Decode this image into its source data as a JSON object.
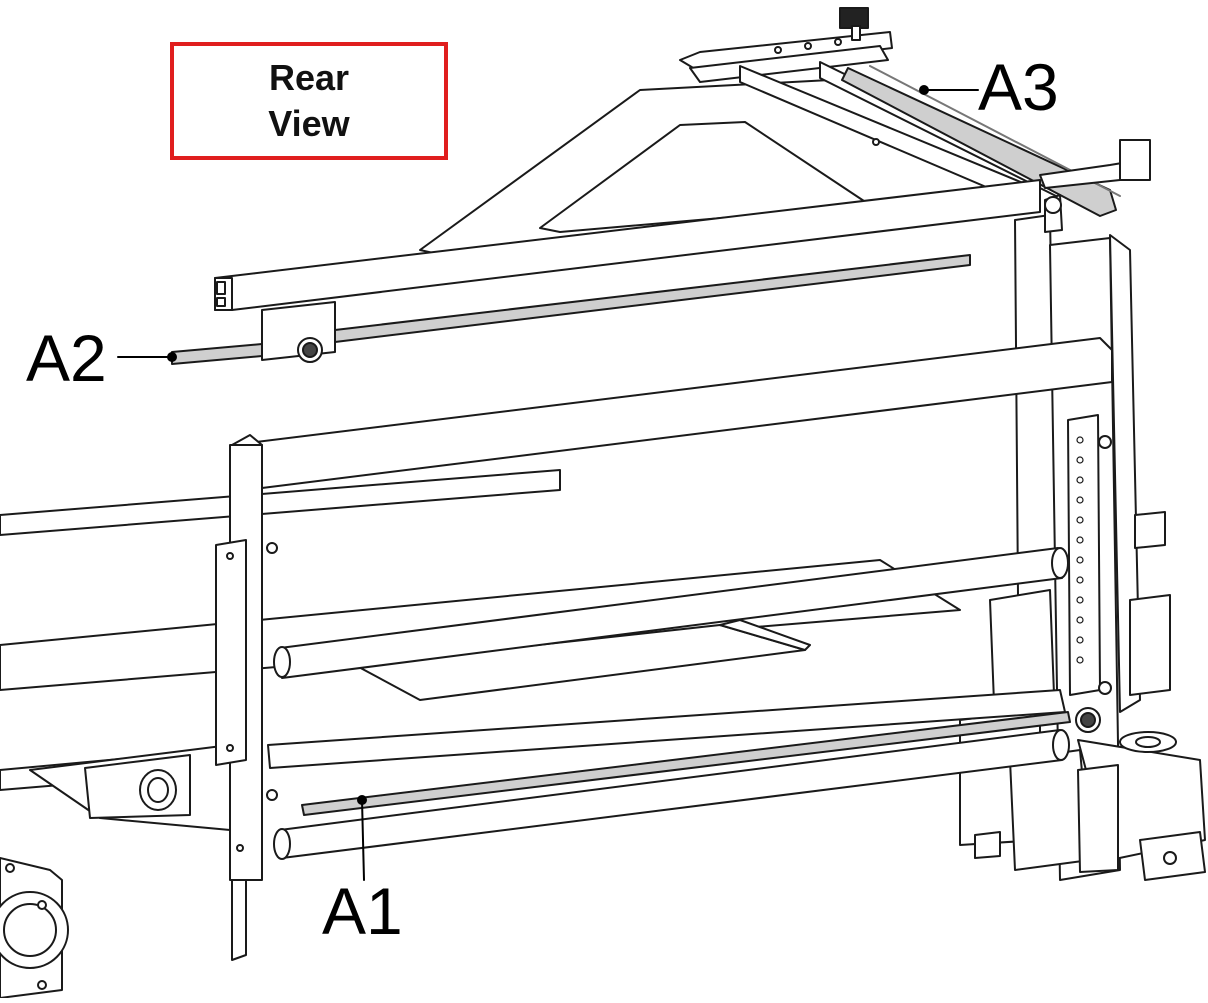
{
  "view_label": {
    "line1": "Rear",
    "line2": "View"
  },
  "callouts": {
    "a1": "A1",
    "a2": "A2",
    "a3": "A3"
  },
  "colors": {
    "frame_stroke": "#1a1a1a",
    "rod_fill": "#cfcfcf",
    "highlight_box": "#e01e1e"
  }
}
